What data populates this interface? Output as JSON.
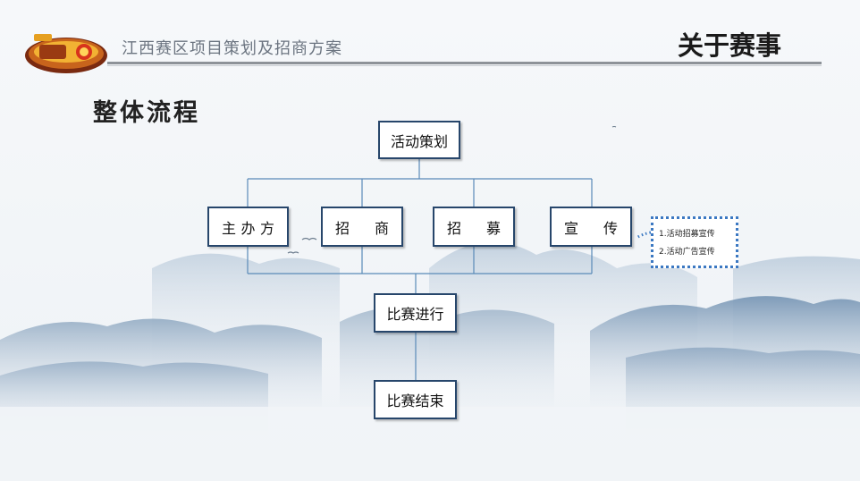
{
  "header": {
    "subtitle": "江西赛区项目策划及招商方案",
    "title": "关于赛事"
  },
  "section_title": "整体流程",
  "flow": {
    "top": "活动策划",
    "branches": [
      [
        "主",
        "办",
        "方"
      ],
      [
        "招",
        "商"
      ],
      [
        "招",
        "募"
      ],
      [
        "宣",
        "传"
      ]
    ],
    "middle": "比赛进行",
    "bottom": "比赛结束"
  },
  "note": {
    "items": [
      "1.活动招募宣传",
      "2.活动广告宣传"
    ]
  },
  "colors": {
    "node_border": "#27466b",
    "connector": "#5a8ab8",
    "note_border": "#3b78c2",
    "mountain": "#9db4cc"
  }
}
